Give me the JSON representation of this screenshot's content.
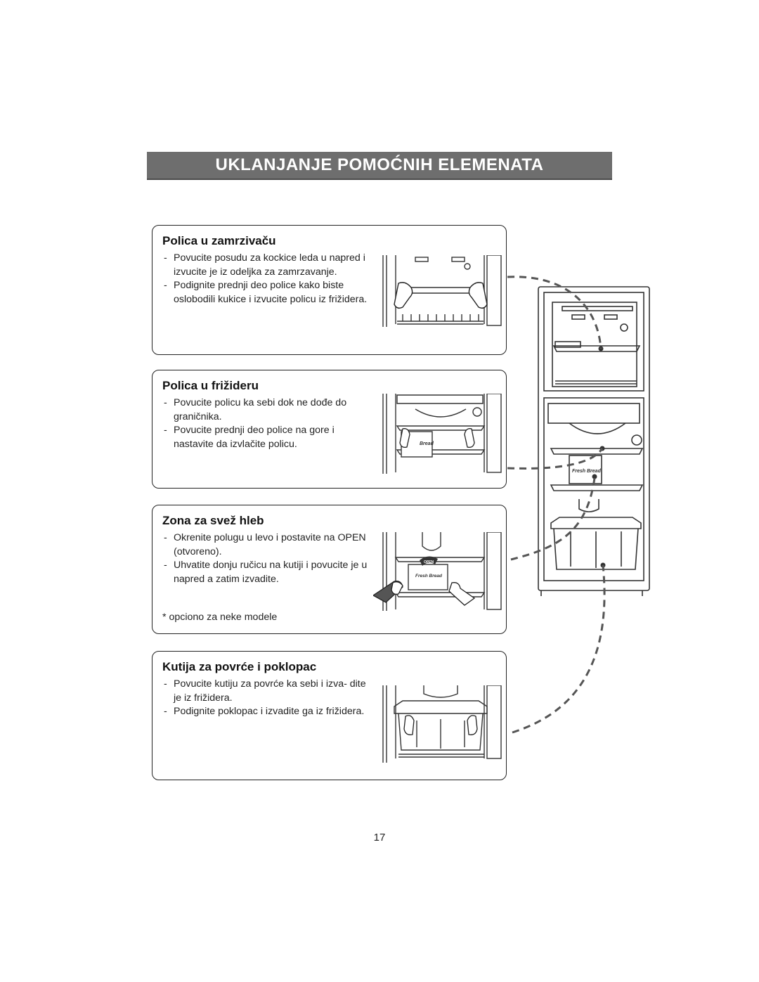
{
  "title": "UKLANJANJE POMOĆNIH ELEMENATA",
  "sections": [
    {
      "heading": "Polica u zamrzivaču",
      "items": [
        "Povucite posudu za kockice leda u napred i izvucite je iz odeljka za zamrzavanje.",
        "Podignite prednji deo police kako biste oslobodili kukice i izvucite policu iz frižidera."
      ]
    },
    {
      "heading": "Polica u frižideru",
      "items": [
        "Povucite policu ka sebi dok ne dođe do graničnika.",
        "Povucite prednji deo police na gore i nastavite da izvlačite policu."
      ]
    },
    {
      "heading": "Zona za svež hleb",
      "items": [
        "Okrenite polugu u levo i postavite na OPEN (otvoreno).",
        "Uhvatite donju ručicu na kutiji i povucite je u napred a zatim izvadite."
      ],
      "note": "* opciono za neke modele"
    },
    {
      "heading": "Kutija za povrće i poklopac",
      "items": [
        "Povucite kutiju za povrće ka sebi i izva- dite je iz frižidera.",
        "Podignite poklopac i izvadite ga iz frižidera."
      ]
    }
  ],
  "illustration_labels": {
    "bread_small": "Bread",
    "fresh_bread": "Fresh Bread",
    "open": "OPEN"
  },
  "page_number": "17",
  "colors": {
    "title_bar": "#6e6e6e",
    "title_text": "#ffffff",
    "line_art": "#333333",
    "dashes": "#555555"
  },
  "icons": [
    "refrigerator-illustration",
    "freezer-shelf-illustration",
    "fridge-shelf-illustration",
    "fresh-bread-zone-illustration",
    "vegetable-box-illustration",
    "hand-icon"
  ]
}
